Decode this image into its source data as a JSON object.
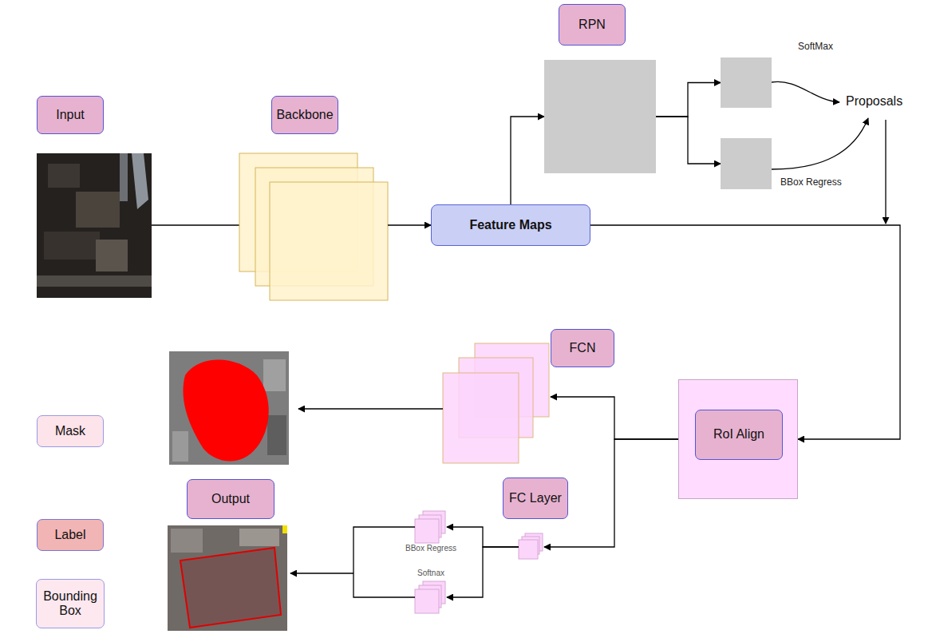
{
  "diagram": {
    "nodes": [
      {
        "text": [
          "Input"
        ]
      },
      {
        "text": [
          "Backbone"
        ]
      },
      {
        "text": [
          "RPN"
        ]
      },
      {
        "text": [
          "SoftMax"
        ]
      },
      {
        "text": [
          "BBox Regress"
        ]
      },
      {
        "text": [
          "Feature Maps"
        ]
      },
      {
        "text": [
          "FCN"
        ]
      },
      {
        "text": [
          "RoI Align"
        ]
      },
      {
        "text": [
          "Mask"
        ]
      },
      {
        "text": [
          "FC Layer"
        ]
      },
      {
        "text": [
          "BBox Regress"
        ]
      },
      {
        "text": [
          "Softnax"
        ]
      },
      {
        "text": [
          "Label"
        ]
      },
      {
        "text": [
          "Output"
        ]
      },
      {
        "text": [
          "Bounding Box"
        ]
      }
    ],
    "edges": [
      {
        "from": 1,
        "to": 5,
        "arrow": "to"
      },
      {
        "from": 5,
        "to": 2,
        "arrow": "to"
      },
      {
        "from": 2,
        "to": 3,
        "arrow": "to"
      },
      {
        "from": 2,
        "to": 4,
        "arrow": "to"
      },
      {
        "from": 5,
        "to": 7,
        "arrow": "to"
      },
      {
        "from": 7,
        "to": 6,
        "arrow": "to"
      },
      {
        "from": 7,
        "to": 9,
        "arrow": "to"
      },
      {
        "from": 9,
        "to": 10,
        "arrow": "to"
      },
      {
        "from": 9,
        "to": 11,
        "arrow": "to"
      }
    ],
    "labels": [
      "Proposals"
    ]
  }
}
